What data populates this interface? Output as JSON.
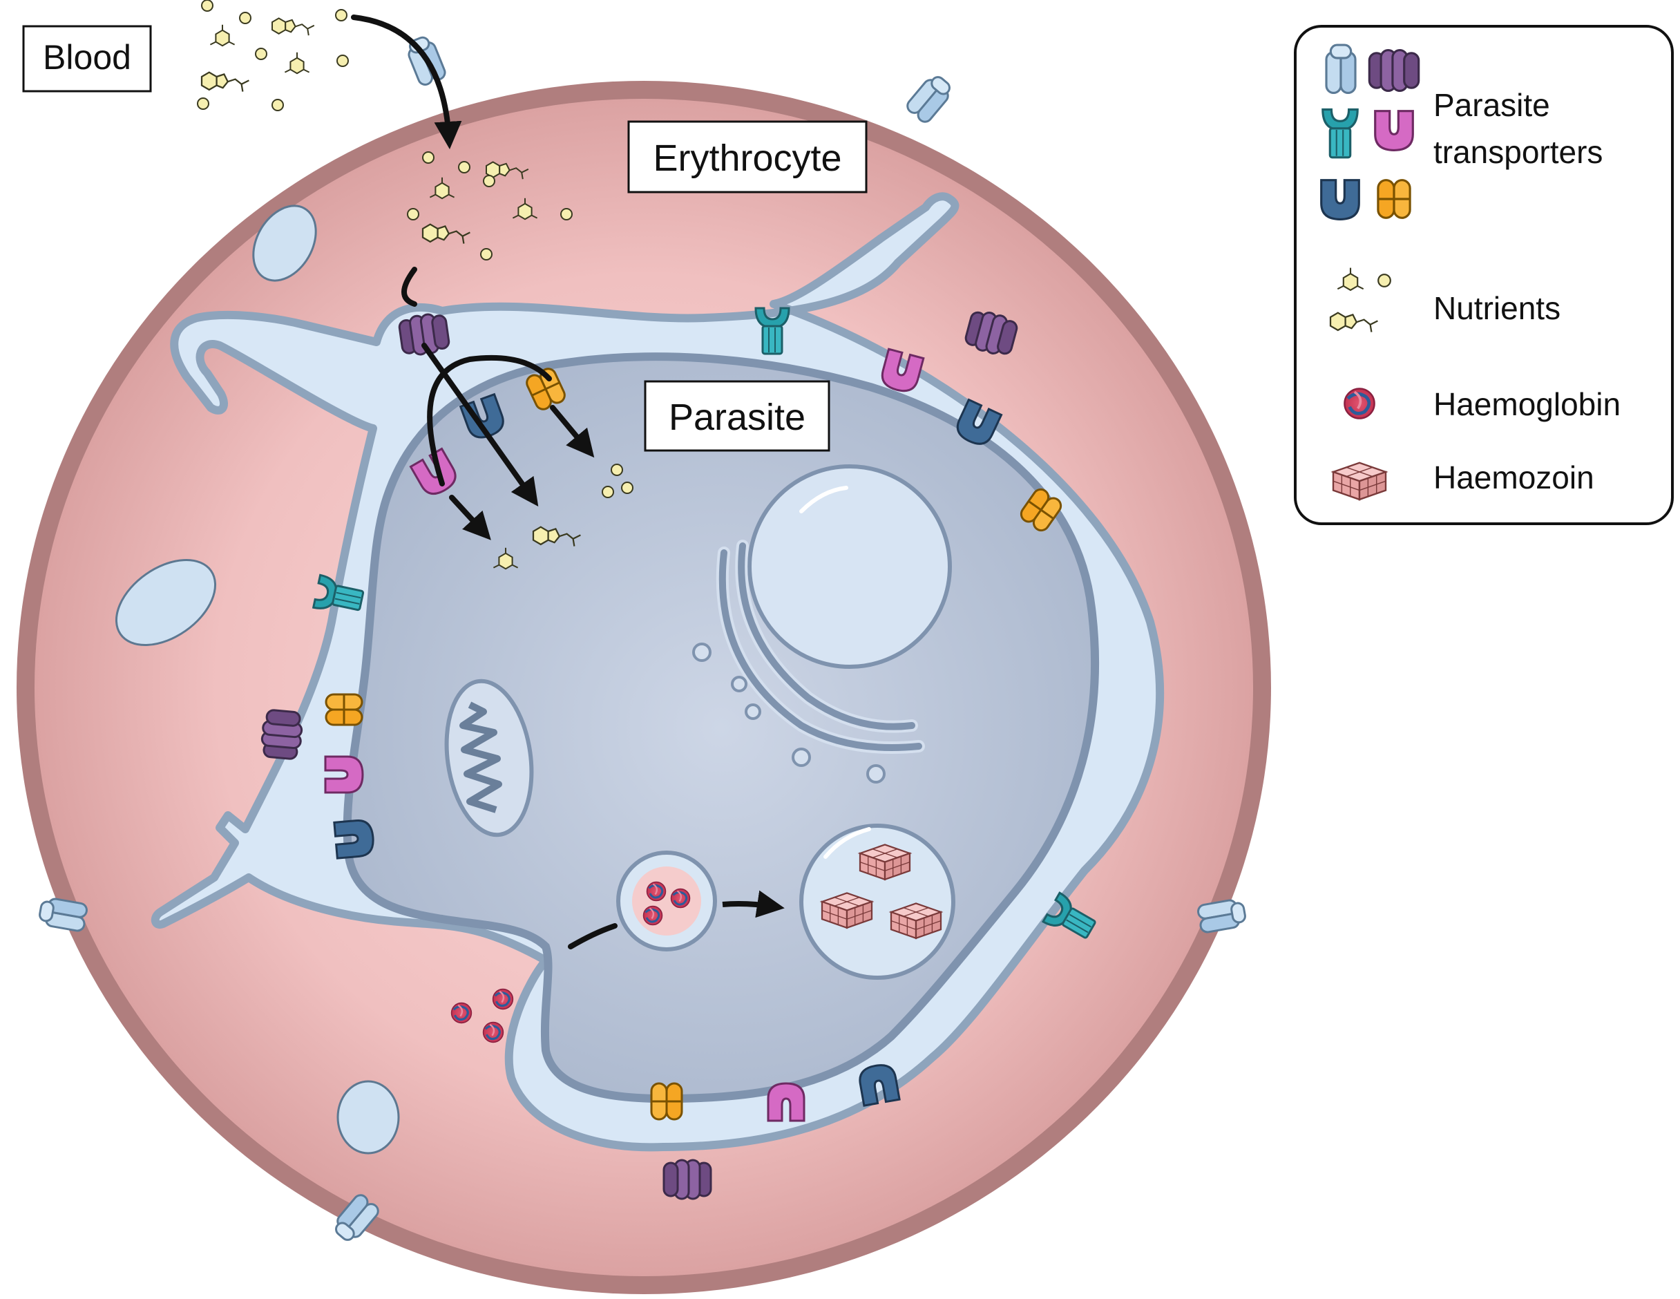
{
  "labels": {
    "blood": "Blood",
    "erythrocyte": "Erythrocyte",
    "parasite": "Parasite"
  },
  "legend": {
    "transporters_line1": "Parasite",
    "transporters_line2": "transporters",
    "nutrients": "Nutrients",
    "haemoglobin": "Haemoglobin",
    "haemozoin": "Haemozoin"
  },
  "colors": {
    "erythrocyte_fill": "#e8b5b5",
    "erythrocyte_border": "#a97878",
    "vacuole_fill": "#d6e6f5",
    "vacuole_border": "#8fa4bd",
    "parasite_fill": "#b5c1d6",
    "nutrient": "#f6efb0",
    "transporter_lightblue": "#bcd8ef",
    "transporter_purple": "#8a5a9a",
    "transporter_teal": "#2fa8b4",
    "transporter_magenta": "#d56ac4",
    "transporter_darkblue": "#3d6690",
    "transporter_orange": "#f4a623",
    "haemozoin": "#f2b8b8"
  }
}
